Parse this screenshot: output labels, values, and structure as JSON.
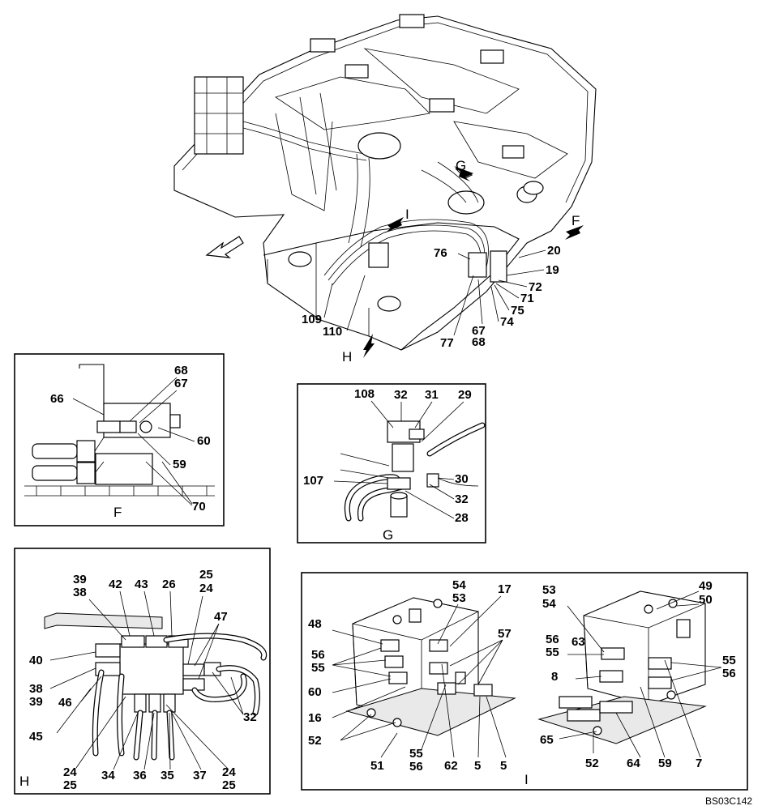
{
  "main_view": {
    "view_arrows": [
      "G",
      "I",
      "F",
      "H"
    ],
    "callouts": [
      "20",
      "19",
      "72",
      "71",
      "75",
      "74",
      "76",
      "67",
      "68",
      "77",
      "109",
      "110"
    ]
  },
  "view_f": {
    "title": "F",
    "callouts": [
      "68",
      "67",
      "66",
      "60",
      "59",
      "70"
    ]
  },
  "view_g": {
    "title": "G",
    "callouts": [
      "108",
      "32",
      "31",
      "29",
      "30",
      "107",
      "32",
      "28"
    ]
  },
  "view_h": {
    "title": "H",
    "callouts": [
      "39",
      "38",
      "42",
      "43",
      "26",
      "25",
      "24",
      "47",
      "40",
      "38",
      "39",
      "46",
      "45",
      "32",
      "24",
      "25",
      "34",
      "36",
      "35",
      "37",
      "24",
      "25"
    ]
  },
  "view_i": {
    "title": "I",
    "callouts": [
      "54",
      "53",
      "17",
      "48",
      "57",
      "56",
      "55",
      "60",
      "16",
      "52",
      "51",
      "55",
      "56",
      "62",
      "5",
      "5",
      "53",
      "54",
      "49",
      "50",
      "56",
      "63",
      "55",
      "8",
      "55",
      "56",
      "65",
      "52",
      "64",
      "59",
      "7"
    ]
  },
  "drawing_ref": "BS03C142"
}
